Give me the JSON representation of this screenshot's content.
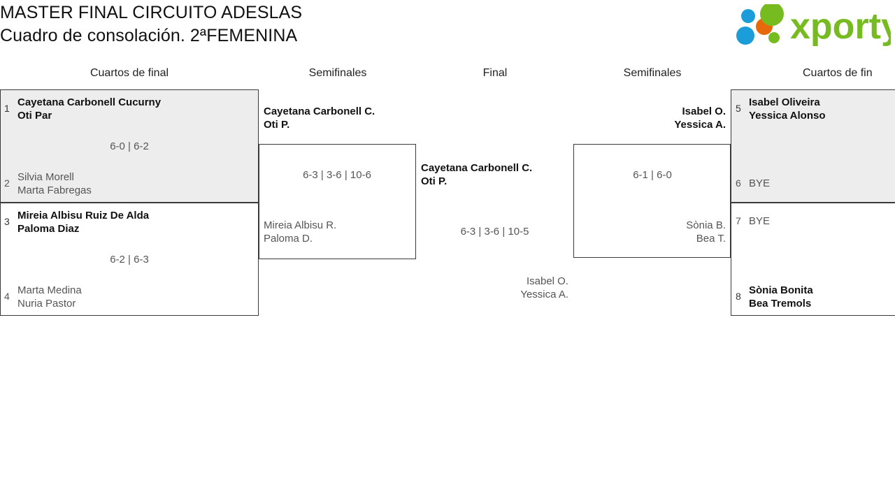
{
  "header": {
    "title_line1": "MASTER FINAL CIRCUITO ADESLAS",
    "title_line2": "Cuadro de consolación. 2ªFEMENINA",
    "logo_text": "xporty"
  },
  "columns": [
    {
      "label": "Cuartos de final"
    },
    {
      "label": "Semifinales"
    },
    {
      "label": "Final"
    },
    {
      "label": "Semifinales"
    },
    {
      "label": "Cuartos de fin"
    }
  ],
  "bracket": {
    "left_quarterfinals": [
      {
        "top_seed": "1",
        "top_player1": "Cayetana Carbonell Cucurny",
        "top_player2": "Oti Par",
        "top_winner": true,
        "score": "6-0 | 6-2",
        "bottom_seed": "2",
        "bottom_player1": "Silvia Morell",
        "bottom_player2": "Marta Fabregas",
        "bottom_winner": false
      },
      {
        "top_seed": "3",
        "top_player1": "Mireia Albisu Ruiz De Alda",
        "top_player2": "Paloma Diaz",
        "top_winner": true,
        "score": "6-2 | 6-3",
        "bottom_seed": "4",
        "bottom_player1": "Marta Medina",
        "bottom_player2": "Nuria Pastor",
        "bottom_winner": false
      }
    ],
    "left_semifinal": {
      "top_player1": "Cayetana Carbonell C.",
      "top_player2": "Oti P.",
      "score": "6-3 | 3-6 | 10-6",
      "bottom_player1": "Mireia Albisu R.",
      "bottom_player2": "Paloma D."
    },
    "final": {
      "winner_player1": "Cayetana Carbonell C.",
      "winner_player2": "Oti P.",
      "score": "6-3 | 3-6 | 10-5",
      "loser_player1": "Isabel O.",
      "loser_player2": "Yessica A."
    },
    "right_semifinal": {
      "top_player1": "Isabel O.",
      "top_player2": "Yessica A.",
      "score": "6-1 | 6-0",
      "bottom_player1": "Sònia B.",
      "bottom_player2": "Bea T."
    },
    "right_quarterfinals": [
      {
        "top_seed": "5",
        "top_player1": "Isabel Oliveira",
        "top_player2": "Yessica Alonso",
        "top_winner": true,
        "score": "",
        "bottom_seed": "6",
        "bottom_player1": "BYE",
        "bottom_player2": "",
        "bottom_winner": false
      },
      {
        "top_seed": "7",
        "top_player1": "BYE",
        "top_player2": "",
        "top_winner": false,
        "score": "",
        "bottom_seed": "8",
        "bottom_player1": "Sònia Bonita",
        "bottom_player2": "Bea Tremols",
        "bottom_winner": true
      }
    ]
  },
  "colors": {
    "brand_green": "#76bc21",
    "brand_blue": "#1b9dd9",
    "brand_orange": "#e8690b",
    "box_gray": "#ededed",
    "line": "#3a3a3a",
    "loser_text": "#555555"
  }
}
